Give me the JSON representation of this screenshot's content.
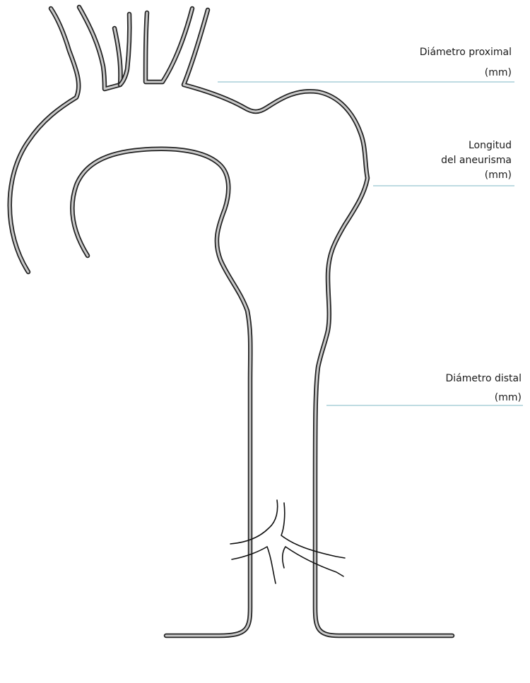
{
  "labels": {
    "proximal_diameter": {
      "line1": "Diámetro proximal",
      "line2": "(mm)"
    },
    "aneurysm_length": {
      "line1": "Longitud",
      "line2": "del aneurisma",
      "line3": "(mm)"
    },
    "distal_diameter": {
      "line1": "Diámetro distal",
      "line2": "(mm)"
    }
  },
  "colors": {
    "vessel_outline": "#222222",
    "vessel_fill": "#c9c9c9",
    "leader_line": "#a9cfd9",
    "text": "#1a1a1a"
  }
}
